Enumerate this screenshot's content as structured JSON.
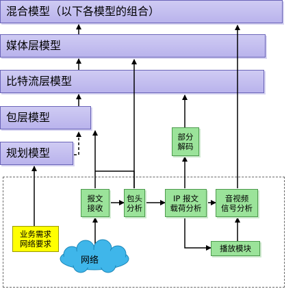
{
  "layers": {
    "hybrid": "混合模型（以下各模型的组合）",
    "media": "媒体层模型",
    "bitstream": "比特流层模型",
    "packet": "包层模型",
    "planning": "规划模型"
  },
  "blocks": {
    "partial_decode": "部分\n解码",
    "msg_receive": "报文\n接收",
    "header_analysis": "包头\n分析",
    "ip_payload": "IP 报文\n载荷分析",
    "av_signal": "音视频\n信号分析",
    "playback": "播放模块",
    "requirements": "业务需求\n网络要求",
    "network": "网络"
  },
  "colors": {
    "layer_fill": "#c4bff0",
    "green_fill": "#9be39a",
    "yellow_fill": "#ffff00",
    "cloud_fill": "#3fb6ea"
  }
}
